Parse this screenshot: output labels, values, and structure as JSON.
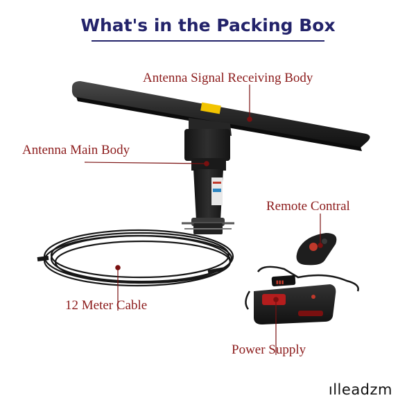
{
  "title": "What's in the Packing Box",
  "labels": {
    "antenna_receiving_body": "Antenna Signal Receiving Body",
    "antenna_main_body": "Antenna Main Body",
    "remote_control": "Remote Contral",
    "cable": "12 Meter Cable",
    "power_supply": "Power Supply"
  },
  "brand": "ılleadzm",
  "colors": {
    "title": "#23236a",
    "label": "#8b1a1a",
    "leader_line": "#7a1010",
    "product": "#1c1c1c"
  }
}
